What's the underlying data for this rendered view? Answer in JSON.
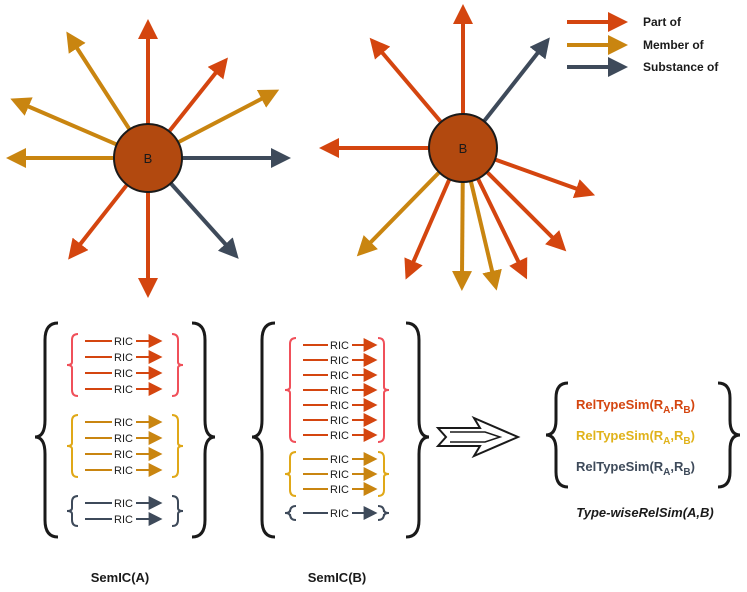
{
  "colors": {
    "part": "#d4450f",
    "member": "#c98510",
    "substance": "#3e4a5a",
    "node": "#b2490f",
    "part_bracket": "#f0505a",
    "member_bracket": "#e0a818",
    "rel_member_text": "#e0b21a"
  },
  "legend": [
    {
      "label": "Part of",
      "color_key": "part"
    },
    {
      "label": "Member of",
      "color_key": "member"
    },
    {
      "label": "Substance of",
      "color_key": "substance"
    }
  ],
  "nodes": {
    "left": {
      "label": "B"
    },
    "right": {
      "label": "B"
    }
  },
  "ric_label": "RIC",
  "semic_a": {
    "title": "SemIC(A)",
    "groups": [
      {
        "type": "part",
        "count": 4
      },
      {
        "type": "member",
        "count": 4
      },
      {
        "type": "substance",
        "count": 2
      }
    ]
  },
  "semic_b": {
    "title": "SemIC(B)",
    "groups": [
      {
        "type": "part",
        "count": 7
      },
      {
        "type": "member",
        "count": 3
      },
      {
        "type": "substance",
        "count": 1
      }
    ]
  },
  "rel_type_sim": {
    "rows": [
      {
        "main": "RelTypeSim(R",
        "sub_a": "A",
        "mid": ",R",
        "sub_b": "B",
        "end": ")",
        "color_key": "part"
      },
      {
        "main": "RelTypeSim(R",
        "sub_a": "A",
        "mid": ",R",
        "sub_b": "B",
        "end": ")",
        "color_key": "rel_member_text"
      },
      {
        "main": "RelTypeSim(R",
        "sub_a": "A",
        "mid": ",R",
        "sub_b": "B",
        "end": ")",
        "color_key": "substance"
      }
    ],
    "caption": "Type-wiseRelSim(A,B)"
  }
}
